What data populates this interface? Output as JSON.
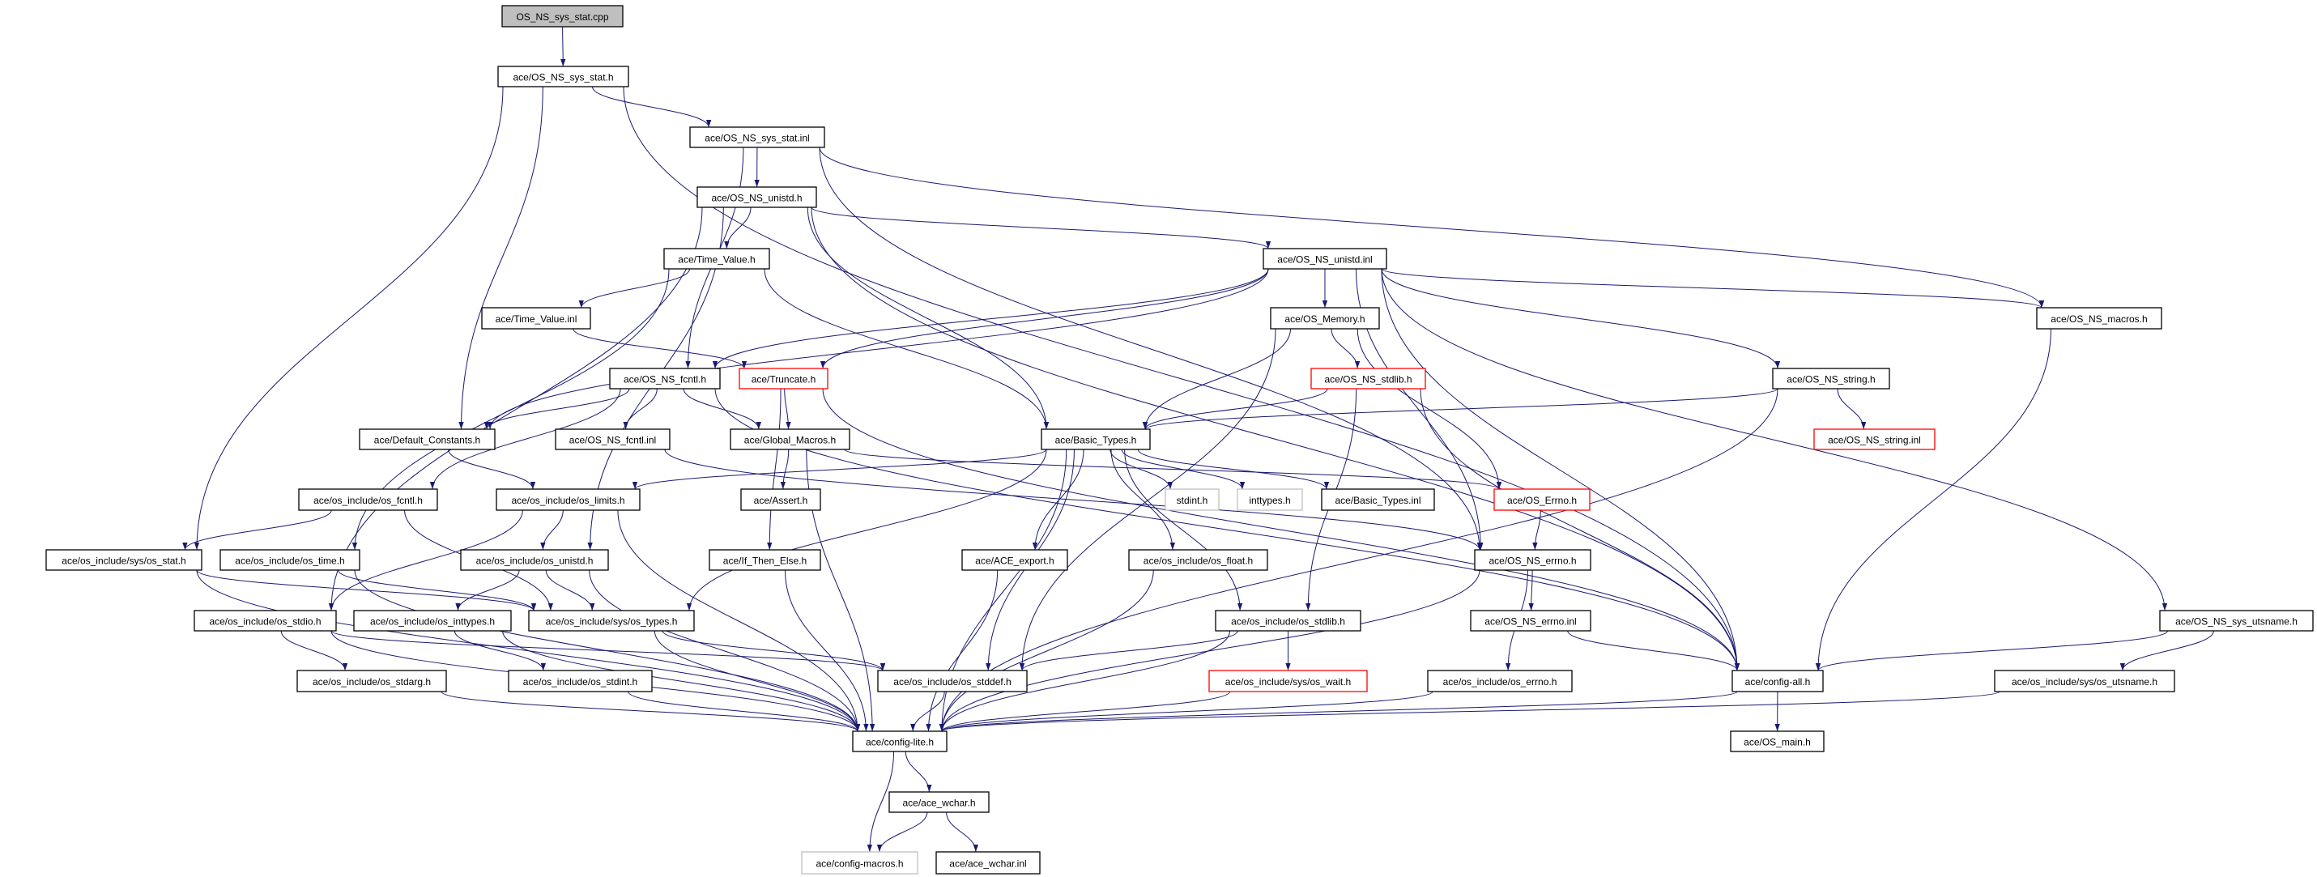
{
  "diagram": {
    "type": "include-dependency-graph",
    "edge_color": "#191970",
    "colors": {
      "normal_border": "#000000",
      "incomplete_border": "#ff0000",
      "external_border": "#bfbfbf",
      "root_fill": "#bfbfbf"
    },
    "nodes": [
      {
        "id": "cpp",
        "label": "OS_NS_sys_stat.cpp",
        "style": "root"
      },
      {
        "id": "sys_stat_h",
        "label": "ace/OS_NS_sys_stat.h",
        "style": "normal"
      },
      {
        "id": "sys_stat_inl",
        "label": "ace/OS_NS_sys_stat.inl",
        "style": "normal"
      },
      {
        "id": "unistd_h",
        "label": "ace/OS_NS_unistd.h",
        "style": "normal"
      },
      {
        "id": "time_value_h",
        "label": "ace/Time_Value.h",
        "style": "normal"
      },
      {
        "id": "unistd_inl",
        "label": "ace/OS_NS_unistd.inl",
        "style": "normal"
      },
      {
        "id": "time_value_inl",
        "label": "ace/Time_Value.inl",
        "style": "normal"
      },
      {
        "id": "os_memory_h",
        "label": "ace/OS_Memory.h",
        "style": "normal"
      },
      {
        "id": "os_ns_macros_h",
        "label": "ace/OS_NS_macros.h",
        "style": "normal"
      },
      {
        "id": "os_ns_fcntl_h",
        "label": "ace/OS_NS_fcntl.h",
        "style": "normal"
      },
      {
        "id": "truncate_h",
        "label": "ace/Truncate.h",
        "style": "red"
      },
      {
        "id": "os_ns_stdlib_h",
        "label": "ace/OS_NS_stdlib.h",
        "style": "red"
      },
      {
        "id": "os_ns_string_h",
        "label": "ace/OS_NS_string.h",
        "style": "normal"
      },
      {
        "id": "default_constants_h",
        "label": "ace/Default_Constants.h",
        "style": "normal"
      },
      {
        "id": "os_ns_fcntl_inl",
        "label": "ace/OS_NS_fcntl.inl",
        "style": "normal"
      },
      {
        "id": "global_macros_h",
        "label": "ace/Global_Macros.h",
        "style": "normal"
      },
      {
        "id": "basic_types_h",
        "label": "ace/Basic_Types.h",
        "style": "normal"
      },
      {
        "id": "os_ns_string_inl",
        "label": "ace/OS_NS_string.inl",
        "style": "red"
      },
      {
        "id": "os_fcntl_h",
        "label": "ace/os_include/os_fcntl.h",
        "style": "normal"
      },
      {
        "id": "os_limits_h",
        "label": "ace/os_include/os_limits.h",
        "style": "normal"
      },
      {
        "id": "assert_h",
        "label": "ace/Assert.h",
        "style": "normal"
      },
      {
        "id": "stdint_h",
        "label": "stdint.h",
        "style": "gray"
      },
      {
        "id": "inttypes_h",
        "label": "inttypes.h",
        "style": "gray"
      },
      {
        "id": "basic_types_inl",
        "label": "ace/Basic_Types.inl",
        "style": "normal"
      },
      {
        "id": "os_errno_cap_h",
        "label": "ace/OS_Errno.h",
        "style": "red"
      },
      {
        "id": "sys_os_stat_h",
        "label": "ace/os_include/sys/os_stat.h",
        "style": "normal"
      },
      {
        "id": "os_time_h",
        "label": "ace/os_include/os_time.h",
        "style": "normal"
      },
      {
        "id": "os_unistd_h",
        "label": "ace/os_include/os_unistd.h",
        "style": "normal"
      },
      {
        "id": "if_then_else_h",
        "label": "ace/If_Then_Else.h",
        "style": "normal"
      },
      {
        "id": "ace_export_h",
        "label": "ace/ACE_export.h",
        "style": "normal"
      },
      {
        "id": "os_float_h",
        "label": "ace/os_include/os_float.h",
        "style": "normal"
      },
      {
        "id": "os_ns_errno_h",
        "label": "ace/OS_NS_errno.h",
        "style": "normal"
      },
      {
        "id": "os_stdio_h",
        "label": "ace/os_include/os_stdio.h",
        "style": "normal"
      },
      {
        "id": "os_inttypes_h",
        "label": "ace/os_include/os_inttypes.h",
        "style": "normal"
      },
      {
        "id": "sys_os_types_h",
        "label": "ace/os_include/sys/os_types.h",
        "style": "normal"
      },
      {
        "id": "os_stdlib_h",
        "label": "ace/os_include/os_stdlib.h",
        "style": "normal"
      },
      {
        "id": "os_ns_errno_inl",
        "label": "ace/OS_NS_errno.inl",
        "style": "normal"
      },
      {
        "id": "os_ns_sys_utsname_h",
        "label": "ace/OS_NS_sys_utsname.h",
        "style": "normal"
      },
      {
        "id": "os_stdarg_h",
        "label": "ace/os_include/os_stdarg.h",
        "style": "normal"
      },
      {
        "id": "os_stdint_h",
        "label": "ace/os_include/os_stdint.h",
        "style": "normal"
      },
      {
        "id": "os_stddef_h",
        "label": "ace/os_include/os_stddef.h",
        "style": "normal"
      },
      {
        "id": "sys_os_wait_h",
        "label": "ace/os_include/sys/os_wait.h",
        "style": "red"
      },
      {
        "id": "os_errno_h",
        "label": "ace/os_include/os_errno.h",
        "style": "normal"
      },
      {
        "id": "config_all_h",
        "label": "ace/config-all.h",
        "style": "normal"
      },
      {
        "id": "sys_os_utsname_h",
        "label": "ace/os_include/sys/os_utsname.h",
        "style": "normal"
      },
      {
        "id": "config_lite_h",
        "label": "ace/config-lite.h",
        "style": "normal"
      },
      {
        "id": "os_main_h",
        "label": "ace/OS_main.h",
        "style": "normal"
      },
      {
        "id": "ace_wchar_h",
        "label": "ace/ace_wchar.h",
        "style": "normal"
      },
      {
        "id": "config_macros_h",
        "label": "ace/config-macros.h",
        "style": "gray"
      },
      {
        "id": "ace_wchar_inl",
        "label": "ace/ace_wchar.inl",
        "style": "normal"
      }
    ],
    "edges": [
      [
        "cpp",
        "sys_stat_h"
      ],
      [
        "sys_stat_h",
        "sys_stat_inl"
      ],
      [
        "sys_stat_h",
        "default_constants_h"
      ],
      [
        "sys_stat_h",
        "sys_os_stat_h"
      ],
      [
        "sys_stat_h",
        "config_all_h"
      ],
      [
        "sys_stat_inl",
        "unistd_h"
      ],
      [
        "sys_stat_inl",
        "os_ns_fcntl_h"
      ],
      [
        "sys_stat_inl",
        "os_ns_macros_h"
      ],
      [
        "sys_stat_inl",
        "os_ns_errno_h"
      ],
      [
        "unistd_h",
        "time_value_h"
      ],
      [
        "unistd_h",
        "unistd_inl"
      ],
      [
        "unistd_h",
        "basic_types_h"
      ],
      [
        "unistd_h",
        "os_stdio_h"
      ],
      [
        "unistd_h",
        "os_unistd_h"
      ],
      [
        "unistd_h",
        "config_all_h"
      ],
      [
        "time_value_h",
        "time_value_inl"
      ],
      [
        "time_value_h",
        "basic_types_h"
      ],
      [
        "time_value_h",
        "os_time_h"
      ],
      [
        "time_value_inl",
        "truncate_h"
      ],
      [
        "unistd_inl",
        "os_memory_h"
      ],
      [
        "unistd_inl",
        "os_ns_macros_h"
      ],
      [
        "unistd_inl",
        "os_ns_string_h"
      ],
      [
        "unistd_inl",
        "truncate_h"
      ],
      [
        "unistd_inl",
        "os_ns_fcntl_h"
      ],
      [
        "unistd_inl",
        "default_constants_h"
      ],
      [
        "unistd_inl",
        "os_ns_errno_h"
      ],
      [
        "unistd_inl",
        "config_all_h"
      ],
      [
        "unistd_inl",
        "os_ns_sys_utsname_h"
      ],
      [
        "os_memory_h",
        "basic_types_h"
      ],
      [
        "os_memory_h",
        "os_ns_stdlib_h"
      ],
      [
        "os_memory_h",
        "os_errno_cap_h"
      ],
      [
        "os_memory_h",
        "os_stddef_h"
      ],
      [
        "os_ns_macros_h",
        "config_all_h"
      ],
      [
        "os_ns_fcntl_h",
        "default_constants_h"
      ],
      [
        "os_ns_fcntl_h",
        "os_ns_fcntl_inl"
      ],
      [
        "os_ns_fcntl_h",
        "global_macros_h"
      ],
      [
        "os_ns_fcntl_h",
        "os_fcntl_h"
      ],
      [
        "os_ns_fcntl_h",
        "config_all_h"
      ],
      [
        "truncate_h",
        "global_macros_h"
      ],
      [
        "truncate_h",
        "if_then_else_h"
      ],
      [
        "truncate_h",
        "config_all_h"
      ],
      [
        "os_ns_stdlib_h",
        "basic_types_h"
      ],
      [
        "os_ns_stdlib_h",
        "os_stdlib_h"
      ],
      [
        "os_ns_stdlib_h",
        "config_all_h"
      ],
      [
        "os_ns_string_h",
        "basic_types_h"
      ],
      [
        "os_ns_string_h",
        "os_ns_string_inl"
      ],
      [
        "os_ns_string_h",
        "config_lite_h"
      ],
      [
        "default_constants_h",
        "os_limits_h"
      ],
      [
        "os_ns_fcntl_inl",
        "os_ns_errno_h"
      ],
      [
        "global_macros_h",
        "assert_h"
      ],
      [
        "global_macros_h",
        "config_lite_h"
      ],
      [
        "global_macros_h",
        "os_errno_cap_h"
      ],
      [
        "basic_types_h",
        "os_limits_h"
      ],
      [
        "basic_types_h",
        "sys_os_types_h"
      ],
      [
        "basic_types_h",
        "os_stddef_h"
      ],
      [
        "basic_types_h",
        "config_lite_h"
      ],
      [
        "basic_types_h",
        "ace_export_h"
      ],
      [
        "basic_types_h",
        "os_float_h"
      ],
      [
        "basic_types_h",
        "stdint_h"
      ],
      [
        "basic_types_h",
        "inttypes_h"
      ],
      [
        "basic_types_h",
        "basic_types_inl"
      ],
      [
        "basic_types_h",
        "os_stdlib_h"
      ],
      [
        "os_errno_cap_h",
        "os_ns_errno_h"
      ],
      [
        "os_fcntl_h",
        "sys_os_stat_h"
      ],
      [
        "os_fcntl_h",
        "sys_os_types_h"
      ],
      [
        "os_limits_h",
        "os_unistd_h"
      ],
      [
        "os_limits_h",
        "os_stdio_h"
      ],
      [
        "os_limits_h",
        "config_lite_h"
      ],
      [
        "sys_os_stat_h",
        "sys_os_types_h"
      ],
      [
        "sys_os_stat_h",
        "config_lite_h"
      ],
      [
        "os_time_h",
        "sys_os_types_h"
      ],
      [
        "os_time_h",
        "config_lite_h"
      ],
      [
        "os_unistd_h",
        "os_inttypes_h"
      ],
      [
        "os_unistd_h",
        "sys_os_types_h"
      ],
      [
        "os_unistd_h",
        "config_lite_h"
      ],
      [
        "if_then_else_h",
        "config_lite_h"
      ],
      [
        "ace_export_h",
        "config_lite_h"
      ],
      [
        "os_float_h",
        "config_lite_h"
      ],
      [
        "os_ns_errno_h",
        "os_ns_errno_inl"
      ],
      [
        "os_ns_errno_h",
        "os_errno_h"
      ],
      [
        "os_ns_errno_h",
        "config_lite_h"
      ],
      [
        "os_stdio_h",
        "os_stdarg_h"
      ],
      [
        "os_stdio_h",
        "os_stddef_h"
      ],
      [
        "os_stdio_h",
        "config_lite_h"
      ],
      [
        "os_inttypes_h",
        "os_stdint_h"
      ],
      [
        "os_inttypes_h",
        "config_lite_h"
      ],
      [
        "sys_os_types_h",
        "os_stddef_h"
      ],
      [
        "sys_os_types_h",
        "config_lite_h"
      ],
      [
        "os_stdlib_h",
        "sys_os_wait_h"
      ],
      [
        "os_stdlib_h",
        "os_stddef_h"
      ],
      [
        "os_stdlib_h",
        "config_lite_h"
      ],
      [
        "os_ns_errno_inl",
        "config_all_h"
      ],
      [
        "os_ns_sys_utsname_h",
        "config_all_h"
      ],
      [
        "os_ns_sys_utsname_h",
        "sys_os_utsname_h"
      ],
      [
        "os_stdarg_h",
        "config_lite_h"
      ],
      [
        "os_stdint_h",
        "config_lite_h"
      ],
      [
        "os_stddef_h",
        "config_lite_h"
      ],
      [
        "sys_os_wait_h",
        "config_lite_h"
      ],
      [
        "os_errno_h",
        "config_lite_h"
      ],
      [
        "config_all_h",
        "os_main_h"
      ],
      [
        "config_all_h",
        "config_lite_h"
      ],
      [
        "sys_os_utsname_h",
        "config_lite_h"
      ],
      [
        "config_lite_h",
        "ace_wchar_h"
      ],
      [
        "config_lite_h",
        "config_macros_h"
      ],
      [
        "ace_wchar_h",
        "config_macros_h"
      ],
      [
        "ace_wchar_h",
        "ace_wchar_inl"
      ]
    ]
  }
}
